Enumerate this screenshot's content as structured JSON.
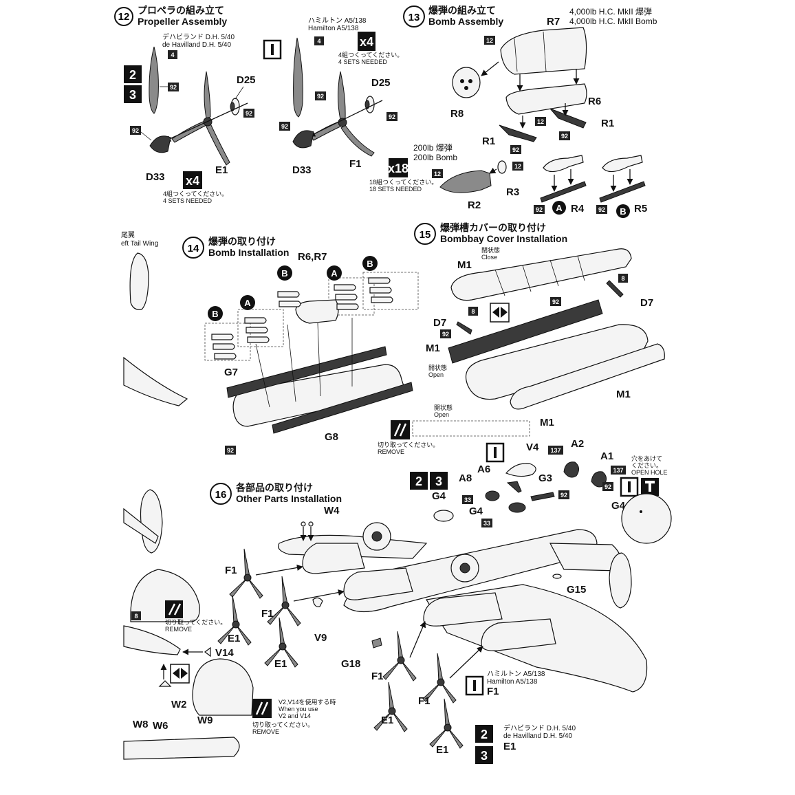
{
  "steps": {
    "s12": {
      "number": "12",
      "title_jp": "プロペラの組み立て",
      "title_en": "Propeller Assembly",
      "dehavilland_jp": "デハビランド D.H. 5/40",
      "dehavilland_en": "de Havilland D.H. 5/40",
      "hamilton_jp": "ハミルトン A5/138",
      "hamilton_en": "Hamilton A5/138",
      "sets_jp": "4組つくってください。",
      "sets_en": "4 SETS  NEEDED",
      "multiplier": "x4",
      "parts": [
        "D25",
        "D33",
        "E1",
        "F1"
      ],
      "badges": [
        "4",
        "92"
      ]
    },
    "s13": {
      "number": "13",
      "title_jp": "爆弾の組み立て",
      "title_en": "Bomb Assembly",
      "bomb4000_jp": "4,000lb H.C. MkII 爆弾",
      "bomb4000_en": "4,000lb H.C. MkII Bomb",
      "bomb200_jp": "200lb 爆弾",
      "bomb200_en": "200lb Bomb",
      "sets_jp": "18組つくってください。",
      "sets_en": "18 SETS  NEEDED",
      "multiplier": "x18",
      "parts": [
        "R7",
        "R8",
        "R6",
        "R1",
        "R2",
        "R3",
        "R4",
        "R5"
      ],
      "badges": [
        "12",
        "92"
      ],
      "markers": [
        "A",
        "B"
      ]
    },
    "s14": {
      "number": "14",
      "title_jp": "爆弾の取り付け",
      "title_en": "Bomb Installation",
      "parts": [
        "R6,R7",
        "G7",
        "G8"
      ],
      "markers": [
        "A",
        "B"
      ],
      "badges": [
        "92"
      ],
      "tail_jp": "尾翼",
      "tail_en": "eft Tail Wing"
    },
    "s15": {
      "number": "15",
      "title_jp": "爆弾槽カバーの取り付け",
      "title_en": "Bombbay Cover Installation",
      "close_jp": "閉状態",
      "close_en": "Close",
      "open_jp": "開状態",
      "open_en": "Open",
      "remove_jp": "切り取ってください。",
      "remove_en": "REMOVE",
      "parts": [
        "M1",
        "D7"
      ],
      "badges": [
        "8",
        "92"
      ]
    },
    "s16": {
      "number": "16",
      "title_jp": "各部品の取り付け",
      "title_en": "Other Parts Installation",
      "parts": [
        "V4",
        "A2",
        "A1",
        "A8",
        "A6",
        "G3",
        "G4",
        "W4",
        "F1",
        "E1",
        "V9",
        "G18",
        "G15",
        "V2",
        "V14",
        "W2",
        "W8",
        "W6",
        "W9"
      ],
      "badges": [
        "137",
        "33",
        "92",
        "8"
      ],
      "hole_jp1": "穴をあけて",
      "hole_jp2": "ください。",
      "hole_en": "OPEN  HOLE",
      "remove_jp": "切り取ってください。",
      "remove_en": "REMOVE",
      "v2_note_jp": "V2,V14を使用する時",
      "v2_note_en1": "When you use",
      "v2_note_en2": "V2 and V14",
      "hamilton_jp": "ハミルトン A5/138",
      "hamilton_en": "Hamilton A5/138",
      "dehavilland_jp": "デハビランド D.H. 5/40",
      "dehavilland_en": "de Havilland D.H. 5/40"
    }
  },
  "version_marks": [
    "1",
    "2",
    "3"
  ]
}
